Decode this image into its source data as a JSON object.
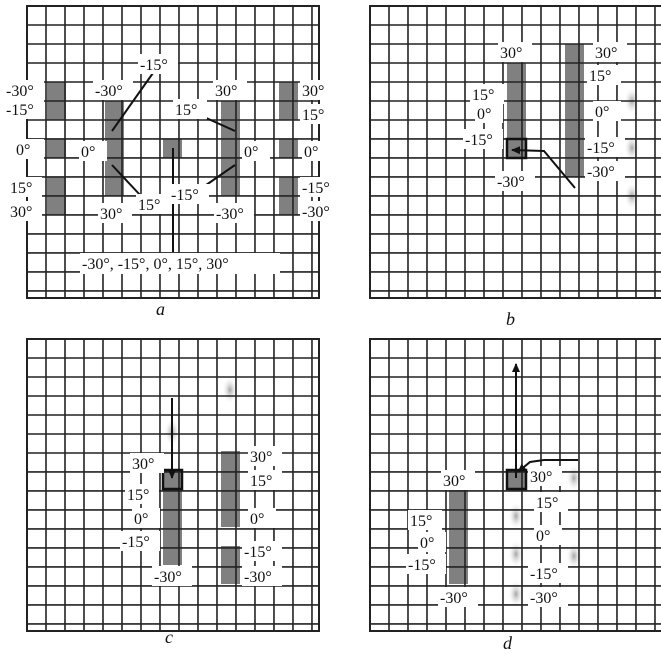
{
  "panels": [
    {
      "caption": "a",
      "labels": [
        "-30°",
        "-15°",
        "0°",
        "15°",
        "30°",
        "-30°",
        "-15°",
        "0°",
        "15°",
        "30°",
        "15°",
        "30°",
        "0°",
        "-15°",
        "-30°",
        "30°",
        "15°",
        "0°",
        "-15°",
        "-30°",
        "-30°, -15°, 0°, 15°, 30°"
      ]
    },
    {
      "caption": "b",
      "labels": [
        "30°",
        "15°",
        "0°",
        "-15°",
        "-30°",
        "30°",
        "15°",
        "0°",
        "-15°",
        "-30°"
      ]
    },
    {
      "caption": "c",
      "labels": [
        "30°",
        "15°",
        "0°",
        "-15°",
        "-30°",
        "30°",
        "15°",
        "0°",
        "-15°",
        "-30°"
      ]
    },
    {
      "caption": "d",
      "labels": [
        "30°",
        "15°",
        "0°",
        "-15°",
        "-30°",
        "30°",
        "15°",
        "0°",
        "-15°",
        "-30°"
      ]
    }
  ],
  "colors": {
    "grid": "#222222",
    "cell_fill": "#808080",
    "background": "#ffffff"
  }
}
